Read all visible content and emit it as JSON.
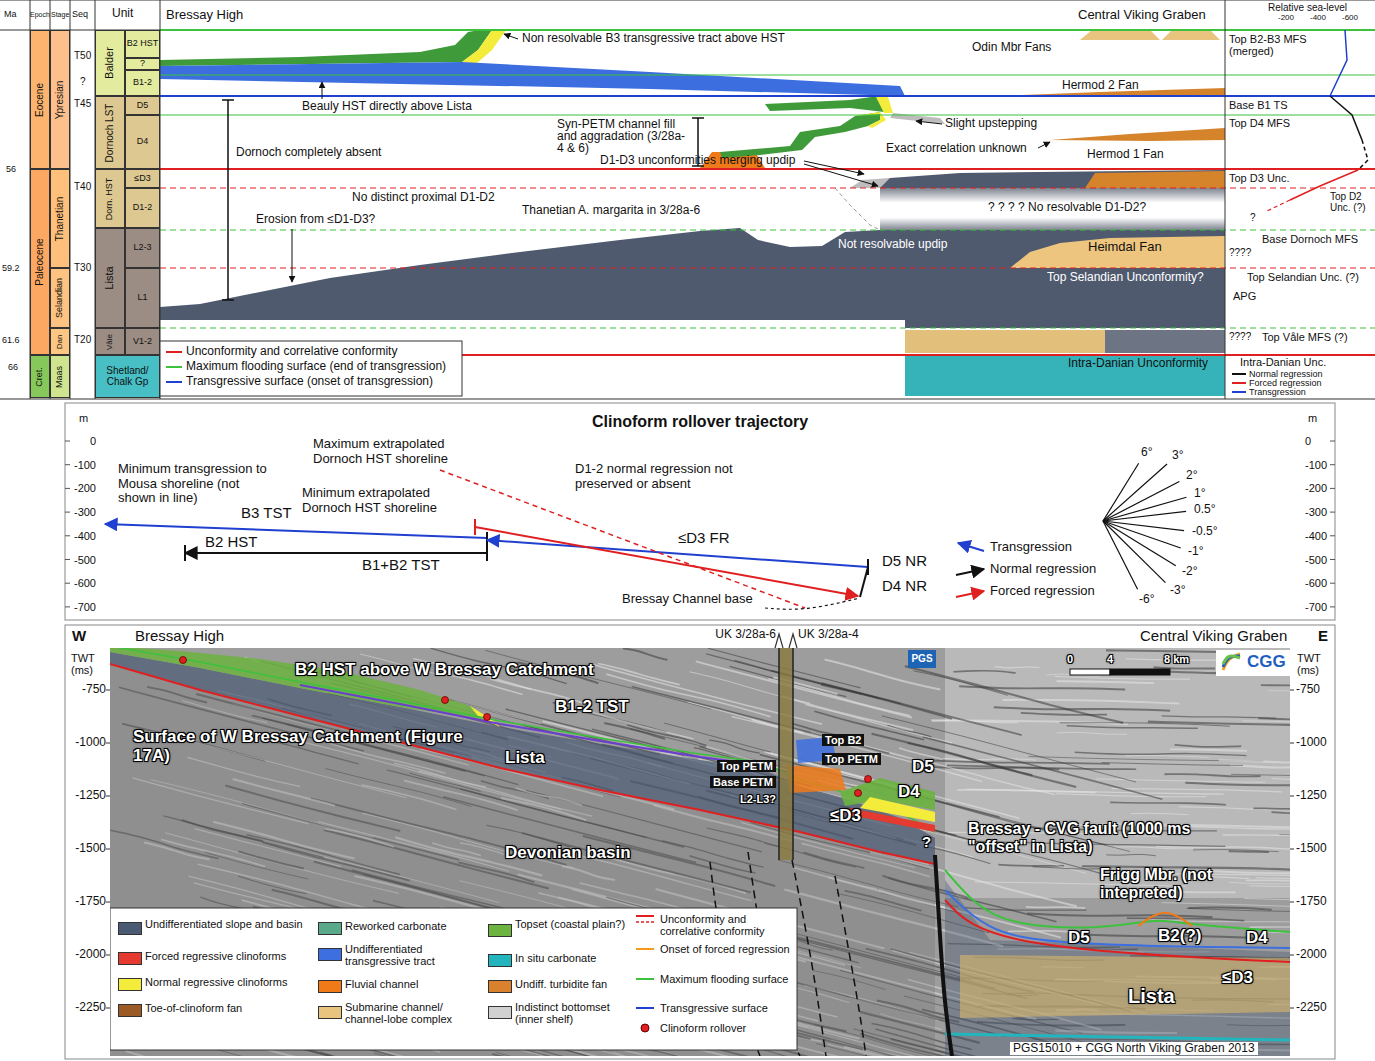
{
  "diagram": {
    "nodes": [
      {
        "text": [
          "Eocene"
        ]
      },
      {
        "text": [
          "Paleocene"
        ]
      },
      {
        "text": [
          "Cret."
        ]
      },
      {
        "text": [
          "Ypresian"
        ]
      },
      {
        "text": [
          "Thanetian"
        ]
      },
      {
        "text": [
          "Selandian"
        ]
      },
      {
        "text": [
          "Dan"
        ]
      },
      {
        "text": [
          "Maas"
        ]
      },
      {
        "text": [
          "Balder"
        ]
      },
      {
        "text": [
          "Dornoch LST"
        ]
      },
      {
        "text": [
          "Dorn. HST"
        ]
      },
      {
        "text": [
          "Lista"
        ]
      },
      {
        "text": [
          "Våle"
        ]
      },
      {
        "text": [
          "Shetland/ Chalk Gp"
        ]
      },
      {
        "text": [
          "B2 HST"
        ]
      },
      {
        "text": [
          "?"
        ]
      },
      {
        "text": [
          "B1-2"
        ]
      },
      {
        "text": [
          "D5"
        ]
      },
      {
        "text": [
          "D4"
        ]
      },
      {
        "text": [
          "≤D3"
        ]
      },
      {
        "text": [
          "D1-2"
        ]
      },
      {
        "text": [
          "L2-3"
        ]
      },
      {
        "text": [
          "L1"
        ]
      },
      {
        "text": [
          "V1-2"
        ]
      }
    ],
    "labels": [
      "Ma",
      "Epoch",
      "Stage",
      "Seq",
      "Unit",
      "Bressay High",
      "Central Viking Graben",
      "Relative sea-level",
      "-200",
      "-400",
      "-600",
      "56",
      "59.2",
      "61.6",
      "66",
      "T50",
      "?",
      "T45",
      "T40",
      "T30",
      "T20",
      "Non resolvable B3 transgressive tract above HST",
      "Odin Mbr Fans",
      "Beauly HST directly above Lista",
      "Hermod 2 Fan",
      "Syn-PETM channel fill and aggradation (3/28a-4 & 6)",
      "Slight upstepping",
      "Dornoch completely absent",
      "Exact correlation unknown",
      "Hermod 1 Fan",
      "D1-D3 unconformities merging updip",
      "No distinct proximal D1-D2",
      "Thanetian A. margarita in 3/28a-6",
      "? ? ? ? No resolvable D1-D2?",
      "Erosion from ≤D1-D3?",
      "Not resolvable updip",
      "Heimdal Fan",
      "Top Selandian Unconformity?",
      "Intra-Danian Unconformity",
      "Top B2-B3 MFS (merged)",
      "Base B1 TS",
      "Top D4 MFS",
      "Top D3 Unc.",
      "Top D2 Unc. (?)",
      "?",
      "Base Dornoch MFS",
      "????",
      "Top Selandian Unc. (?)",
      "APG",
      "Top Våle MFS (?)",
      "????",
      "Intra-Danian Unc.",
      "Clinoform rollover trajectory",
      "m",
      "m",
      "0",
      "-100",
      "-200",
      "-300",
      "-400",
      "-500",
      "-600",
      "-700",
      "0",
      "-100",
      "-200",
      "-300",
      "-400",
      "-500",
      "-600",
      "-700",
      "Minimum transgression to Mousa shoreline (not shown in line)",
      "Maximum extrapolated Dornoch HST shoreline",
      "D1-2 normal regression not preserved or absent",
      "Minimum extrapolated Dornoch HST shoreline",
      "B3 TST",
      "B2 HST",
      "≤D3 FR",
      "B1+B2 TST",
      "D5 NR",
      "D4 NR",
      "Bressay Channel base",
      "6°",
      "3°",
      "2°",
      "1°",
      "0.5°",
      "-0.5°",
      "-1°",
      "-2°",
      "-3°",
      "-6°",
      "W",
      "Bressay High",
      "UK 3/28a-6",
      "UK 3/28a-4",
      "PGS",
      "Central Viking Graben",
      "E",
      "TWT (ms)",
      "TWT (ms)",
      "-750",
      "-1000",
      "-1250",
      "-1500",
      "-1750",
      "-2000",
      "-2250",
      "-750",
      "-1000",
      "-1250",
      "-1500",
      "-1750",
      "-2000",
      "-2250",
      "CGG",
      "0",
      "4",
      "8 km",
      "B2 HST above W Bressay Catchment",
      "Surface of W Bressay Catchment (Figure 17A)",
      "B1-2 TST",
      "Lista",
      "Top B2",
      "Top PETM",
      "Top PETM",
      "Base PETM",
      "L2-L3?",
      "D5",
      "D4",
      "≤D3",
      "Devonian basin",
      "Bressay - CVG fault (1000 ms \"offset\" in Lista)",
      "?",
      "Frigg Mbr. (not intepreted)",
      "D5",
      "B2(?)",
      "D4",
      "Lista",
      "≤D3",
      "PGS15010 + CGG North Viking Graben 2013"
    ],
    "legend": [
      {
        "text": "Unconformity and correlative conformity"
      },
      {
        "text": "Maximum flooding surface (end of transgression)"
      },
      {
        "text": "Transgressive surface (onset of transgression)"
      },
      {
        "text": "Normal regression"
      },
      {
        "text": "Forced regression"
      },
      {
        "text": "Transgression"
      },
      {
        "text": "Transgression"
      },
      {
        "text": "Normal regression"
      },
      {
        "text": "Forced regression"
      },
      {
        "text": "Undifferentiated slope and basin",
        "color": "#4b5a73"
      },
      {
        "text": "Forced regressive clinoforms",
        "color": "#e53a2f"
      },
      {
        "text": "Normal regressive clinoforms",
        "color": "#f4ec3b"
      },
      {
        "text": "Toe-of-clinoform fan",
        "color": "#9c5a24"
      },
      {
        "text": "Reworked carbonate",
        "color": "#5ba98b"
      },
      {
        "text": "Undifferentiated transgressive tract",
        "color": "#3d6fe0"
      },
      {
        "text": "Fluvial channel",
        "color": "#f07a17"
      },
      {
        "text": "Submarine channel/ channel-lobe complex",
        "color": "#e8c47e"
      },
      {
        "text": "Topset (coastal plain?)",
        "color": "#6cb33f"
      },
      {
        "text": "In situ carbonate",
        "color": "#22b5bd"
      },
      {
        "text": "Undiff. turbidite fan",
        "color": "#d9812c"
      },
      {
        "text": "Indistinct bottomset (inner shelf)",
        "color": "#d0d0d0"
      },
      {
        "text": "Unconformity and correlative conformity"
      },
      {
        "text": "Onset of forced regression"
      },
      {
        "text": "Maximum flooding surface"
      },
      {
        "text": "Transgressive surface"
      },
      {
        "text": "Clinoform rollover"
      }
    ]
  }
}
